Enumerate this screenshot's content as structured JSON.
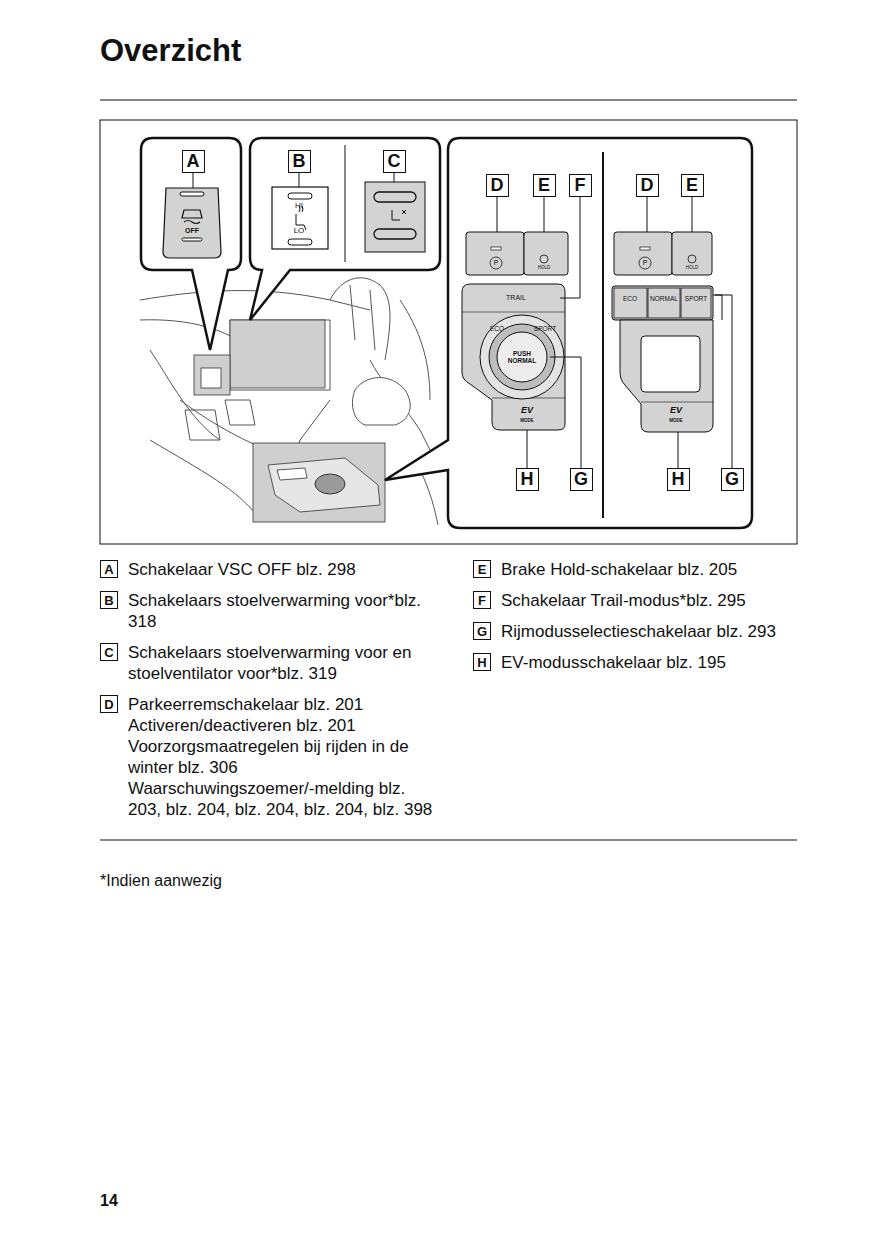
{
  "diagram": {
    "title": "Overzicht",
    "nodes": [
      {
        "text": [
          "A"
        ]
      },
      {
        "text": [
          "B"
        ]
      },
      {
        "text": [
          "C"
        ]
      },
      {
        "text": [
          "D"
        ]
      },
      {
        "text": [
          "E"
        ]
      },
      {
        "text": [
          "F"
        ]
      },
      {
        "text": [
          "D"
        ]
      },
      {
        "text": [
          "E"
        ]
      },
      {
        "text": [
          "H"
        ]
      },
      {
        "text": [
          "G"
        ]
      },
      {
        "text": [
          "H"
        ]
      },
      {
        "text": [
          "G"
        ]
      },
      {
        "text": [
          "A"
        ]
      },
      {
        "text": [
          "B"
        ]
      },
      {
        "text": [
          "C"
        ]
      },
      {
        "text": [
          "D"
        ]
      },
      {
        "text": [
          "E"
        ]
      },
      {
        "text": [
          "F"
        ]
      },
      {
        "text": [
          "G"
        ]
      },
      {
        "text": [
          "H"
        ]
      }
    ],
    "labels": [
      "OFF",
      "HI",
      "LO",
      "P",
      "HOLD",
      "TRAIL",
      "ECO",
      "SPORT",
      "PUSH NORMAL",
      "EV",
      "MODE",
      "P",
      "HOLD",
      "ECO",
      "NORMAL",
      "SPORT",
      "EV",
      "MODE",
      "Schakelaar VSC OFF blz. 298",
      "Schakelaars stoelverwarming voor*blz. 318",
      "Schakelaars stoelverwarming voor en stoelventilator voor*blz. 319",
      "Parkeerremschakelaar blz. 201",
      "Activeren/deactiveren blz. 201",
      "Voorzorgsmaatregelen bij rijden in de winter blz. 306",
      "Waarschuwingszoemer/-melding blz. 203, blz. 204, blz. 204, blz. 204, blz. 398",
      "Brake Hold-schakelaar blz. 205",
      "Schakelaar Trail-modus*blz. 295",
      "Rijmodusselectieschakelaar blz. 293",
      "EV-modusschakelaar blz. 195",
      "*Indien aanwezig",
      "14"
    ]
  }
}
